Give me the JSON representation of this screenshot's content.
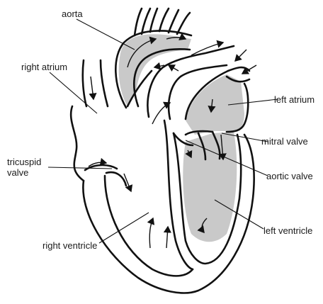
{
  "labels": {
    "aorta": "aorta",
    "right_atrium": "right atrium",
    "tricuspid_line1": "tricuspid",
    "tricuspid_line2": "valve",
    "right_ventricle": "right ventricle",
    "left_atrium": "left atrium",
    "mitral_valve": "mitral valve",
    "aortic_valve": "aortic valve",
    "left_ventricle": "left ventricle"
  },
  "colors": {
    "oxygenated_side": "#c9c9c9",
    "outline": "#111111"
  }
}
